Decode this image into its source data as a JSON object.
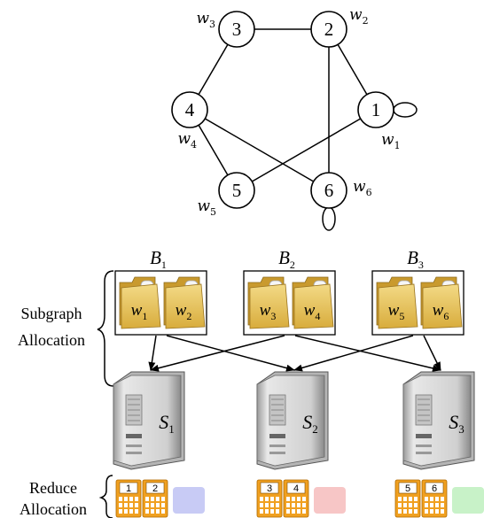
{
  "graph": {
    "nodes": [
      {
        "id": "1",
        "weight": "w",
        "sub": "1"
      },
      {
        "id": "2",
        "weight": "w",
        "sub": "2"
      },
      {
        "id": "3",
        "weight": "w",
        "sub": "3"
      },
      {
        "id": "4",
        "weight": "w",
        "sub": "4"
      },
      {
        "id": "5",
        "weight": "w",
        "sub": "5"
      },
      {
        "id": "6",
        "weight": "w",
        "sub": "6"
      }
    ],
    "edges": [
      [
        "3",
        "2"
      ],
      [
        "2",
        "1"
      ],
      [
        "2",
        "6"
      ],
      [
        "3",
        "4"
      ],
      [
        "4",
        "5"
      ],
      [
        "4",
        "6"
      ],
      [
        "5",
        "1"
      ]
    ],
    "self_loops": [
      "1",
      "6"
    ]
  },
  "labels": {
    "subgraph_line1": "Subgraph",
    "subgraph_line2": "Allocation",
    "reduce_line1": "Reduce",
    "reduce_line2": "Allocation"
  },
  "bins": [
    {
      "letter": "B",
      "sub": "1",
      "folders": [
        {
          "w": "w",
          "sub": "1"
        },
        {
          "w": "w",
          "sub": "2"
        }
      ]
    },
    {
      "letter": "B",
      "sub": "2",
      "folders": [
        {
          "w": "w",
          "sub": "3"
        },
        {
          "w": "w",
          "sub": "4"
        }
      ]
    },
    {
      "letter": "B",
      "sub": "3",
      "folders": [
        {
          "w": "w",
          "sub": "5"
        },
        {
          "w": "w",
          "sub": "6"
        }
      ]
    }
  ],
  "servers": [
    {
      "letter": "S",
      "sub": "1"
    },
    {
      "letter": "S",
      "sub": "2"
    },
    {
      "letter": "S",
      "sub": "3"
    }
  ],
  "reducers": [
    {
      "calcs": [
        "1",
        "2"
      ],
      "swatch": "#c8cbf5"
    },
    {
      "calcs": [
        "3",
        "4"
      ],
      "swatch": "#f7c6c6"
    },
    {
      "calcs": [
        "5",
        "6"
      ],
      "swatch": "#c8f2c8"
    }
  ],
  "colors": {
    "folder_front": "#e6c35c",
    "folder_back": "#c99a2e",
    "calculator": "#f0a020",
    "server_body": "#d8d8d8"
  }
}
